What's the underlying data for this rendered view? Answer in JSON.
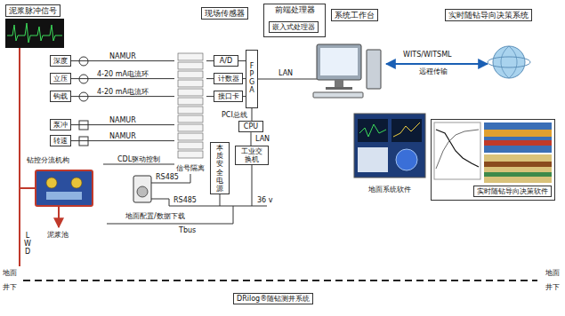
{
  "diagram": {
    "nodes": [
      {
        "text": [
          "泥浆脉冲信号"
        ]
      },
      {
        "text": [
          "现场传感器"
        ]
      },
      {
        "text": [
          "前端处理器"
        ]
      },
      {
        "text": [
          "嵌入式处理器"
        ],
        "in": 2
      },
      {
        "text": [
          "系统工作台"
        ]
      },
      {
        "text": [
          "实时随钻导向决策系统"
        ]
      },
      {
        "text": [
          "深度"
        ]
      },
      {
        "text": [
          "立压"
        ]
      },
      {
        "text": [
          "钩载"
        ]
      },
      {
        "text": [
          "泵冲"
        ]
      },
      {
        "text": [
          "转速"
        ]
      },
      {
        "text": [
          "信号隔离"
        ]
      },
      {
        "text": [
          "A/D"
        ]
      },
      {
        "text": [
          "计数器"
        ]
      },
      {
        "text": [
          "接口卡"
        ]
      },
      {
        "text": [
          "FPGA"
        ]
      },
      {
        "text": [
          "CPU"
        ]
      },
      {
        "text": [
          "工业交换机"
        ]
      },
      {
        "text": [
          "本质安全电源"
        ]
      },
      {
        "text": [
          "钻控分流机构"
        ]
      },
      {
        "text": [
          "地面系统软件"
        ]
      },
      {
        "text": [
          "实时随钻导向决策软件"
        ]
      },
      {
        "text": [
          "DRilog®随钻测井系统"
        ]
      }
    ],
    "edges": [
      {
        "from": 6,
        "to": 11,
        "arrow": "none",
        "label": "NAMUR"
      },
      {
        "from": 7,
        "to": 11,
        "arrow": "none",
        "label": "4-20 mA电流环"
      },
      {
        "from": 8,
        "to": 11,
        "arrow": "none",
        "label": "4-20 mA电流环"
      },
      {
        "from": 9,
        "to": 11,
        "arrow": "none",
        "label": "NAMUR"
      },
      {
        "from": 10,
        "to": 11,
        "arrow": "none",
        "label": "NAMUR"
      },
      {
        "from": 19,
        "to": 11,
        "arrow": "none",
        "label": "CDL驱动控制"
      },
      {
        "from": 11,
        "to": 12,
        "arrow": "none"
      },
      {
        "from": 11,
        "to": 13,
        "arrow": "none"
      },
      {
        "from": 11,
        "to": 14,
        "arrow": "none"
      },
      {
        "from": 12,
        "to": 15,
        "arrow": "none"
      },
      {
        "from": 13,
        "to": 15,
        "arrow": "none"
      },
      {
        "from": 14,
        "to": 15,
        "arrow": "none"
      },
      {
        "from": 15,
        "to": 16,
        "arrow": "none",
        "label": "PCI总线"
      },
      {
        "from": 16,
        "to": 17,
        "arrow": "none",
        "label": "LAN"
      }
    ],
    "labels": [
      "LAN",
      "WITS/WITSML",
      "远程传输",
      "RS485",
      "RS485",
      "36 v",
      "地面配置/数据下载",
      "Tbus",
      "泥浆池",
      "LWD",
      "地面",
      "井下",
      "地面",
      "井下"
    ]
  }
}
